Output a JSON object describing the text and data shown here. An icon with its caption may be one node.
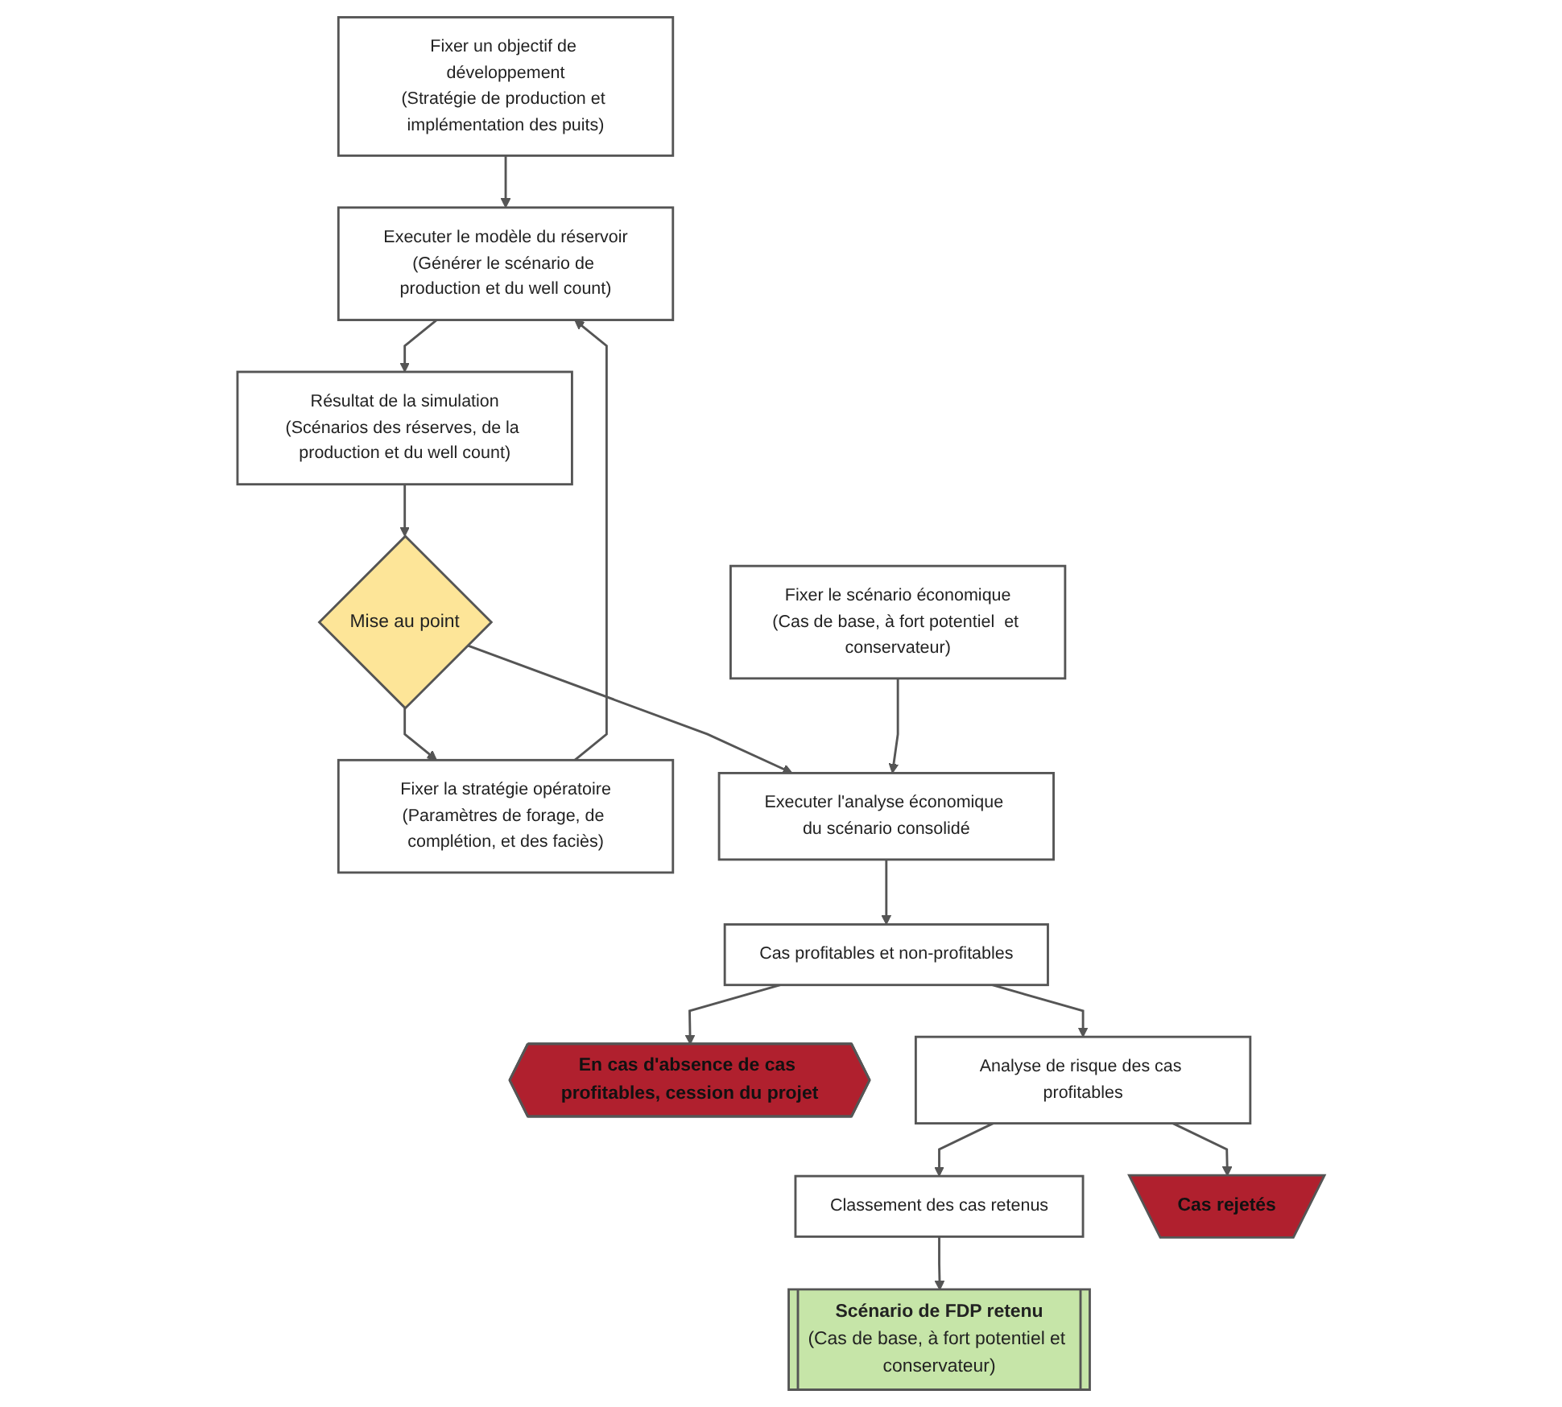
{
  "diagram": {
    "nodes": [
      {
        "text": [
          "Fixer un objectif de développement",
          "(Stratégie de production et implémentation des puits)"
        ]
      },
      {
        "text": [
          "Executer le modèle du réservoir",
          "(Générer le scénario de production et du well count)"
        ]
      },
      {
        "text": [
          "Résultat de la simulation",
          "(Scénarios des réserves, de la production et du well count)"
        ]
      },
      {
        "text": [
          "Fixer la stratégie opératoire",
          "(Paramètres de forage, de complétion, et des faciès)"
        ]
      },
      {
        "text": [
          "Mise au point"
        ]
      },
      {
        "text": [
          "Fixer le scénario économique",
          "(Cas de base, à fort potentiel  et conservateur)"
        ]
      },
      {
        "text": [
          "Executer l'analyse économique du scénario consolidé"
        ]
      },
      {
        "text": [
          "En cas d'absence de cas profitables, cession du projet"
        ]
      },
      {
        "text": [
          "Cas profitables et non-profitables"
        ]
      },
      {
        "text": [
          "Analyse de risque des cas profitables"
        ]
      },
      {
        "text": [
          "Classement des cas retenus"
        ]
      },
      {
        "text": [
          "Scénario de FDP retenu",
          "(Cas de base, à fort potentiel et conservateur)"
        ]
      },
      {
        "text": [
          "Cas rejetés"
        ]
      }
    ],
    "edges": [
      {
        "from": 0,
        "to": 1,
        "arrow": "to"
      },
      {
        "from": 1,
        "to": 2,
        "arrow": "to"
      },
      {
        "from": 2,
        "to": 4,
        "arrow": "to"
      },
      {
        "from": 4,
        "to": 3,
        "arrow": "to"
      },
      {
        "from": 3,
        "to": 1,
        "arrow": "to"
      },
      {
        "from": 4,
        "to": 6,
        "arrow": "to"
      },
      {
        "from": 5,
        "to": 6,
        "arrow": "to"
      },
      {
        "from": 6,
        "to": 8,
        "arrow": "to"
      },
      {
        "from": 8,
        "to": 7,
        "arrow": "to"
      },
      {
        "from": 8,
        "to": 9,
        "arrow": "to"
      },
      {
        "from": 9,
        "to": 10,
        "arrow": "to"
      },
      {
        "from": 10,
        "to": 11,
        "arrow": "to"
      },
      {
        "from": 9,
        "to": 12,
        "arrow": "to"
      }
    ]
  }
}
